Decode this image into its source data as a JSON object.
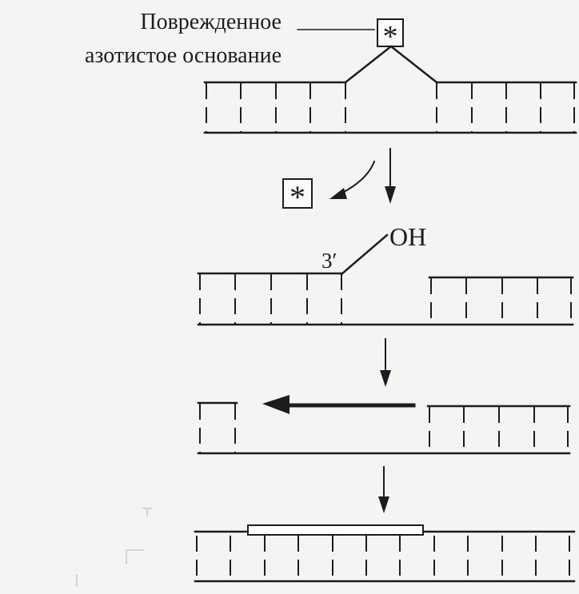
{
  "labels": {
    "damaged_base_line1": "Поврежденное",
    "damaged_base_line2": "азотистое основание",
    "damaged_mark": "*",
    "end_3prime": "3′",
    "hydroxyl": "OH"
  },
  "colors": {
    "ink": "#1c1c1c",
    "paper": "#f4f4f2",
    "repair_patch": "#ffffff"
  },
  "icons": {
    "damaged_base": "asterisk-box-icon",
    "removed_base": "asterisk-box-icon"
  }
}
